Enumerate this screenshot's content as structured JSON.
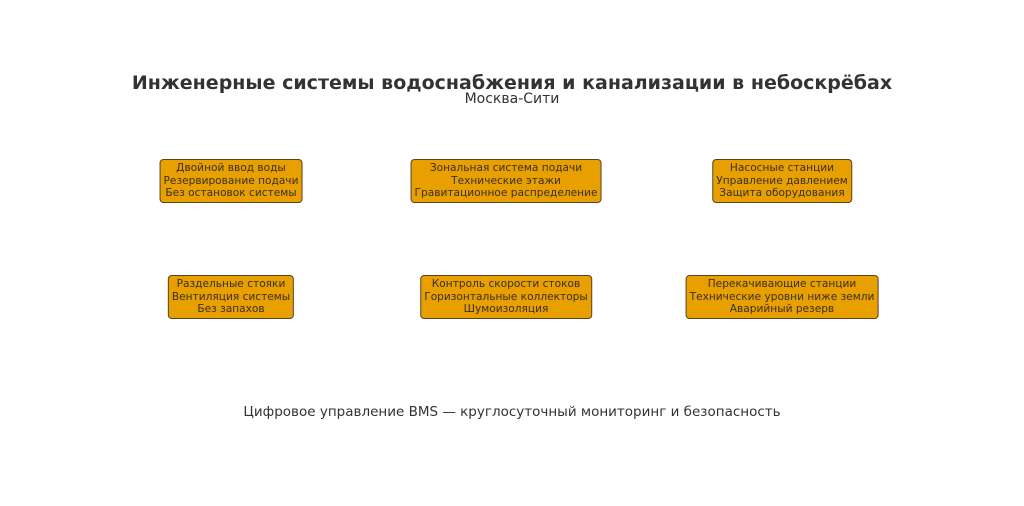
{
  "title": "Инженерные системы водоснабжения и канализации в небоскрёбах",
  "subtitle": "Москва-Сити",
  "boxes": [
    {
      "lines": [
        "Двойной ввод воды",
        "Резервирование подачи",
        "Без остановок системы"
      ]
    },
    {
      "lines": [
        "Зональная система подачи",
        "Технические этажи",
        "Гравитационное распределение"
      ]
    },
    {
      "lines": [
        "Насосные станции",
        "Управление давлением",
        "Защита оборудования"
      ]
    },
    {
      "lines": [
        "Раздельные стояки",
        "Вентиляция системы",
        "Без запахов"
      ]
    },
    {
      "lines": [
        "Контроль скорости стоков",
        "Горизонтальные коллекторы",
        "Шумоизоляция"
      ]
    },
    {
      "lines": [
        "Перекачивающие станции",
        "Технические уровни ниже земли",
        "Аварийный резерв"
      ]
    }
  ],
  "footer": "Цифровое управление BMS — круглосуточный мониторинг и безопасность",
  "colors": {
    "box_fill": "#e89f00",
    "box_border": "#5a4220"
  }
}
